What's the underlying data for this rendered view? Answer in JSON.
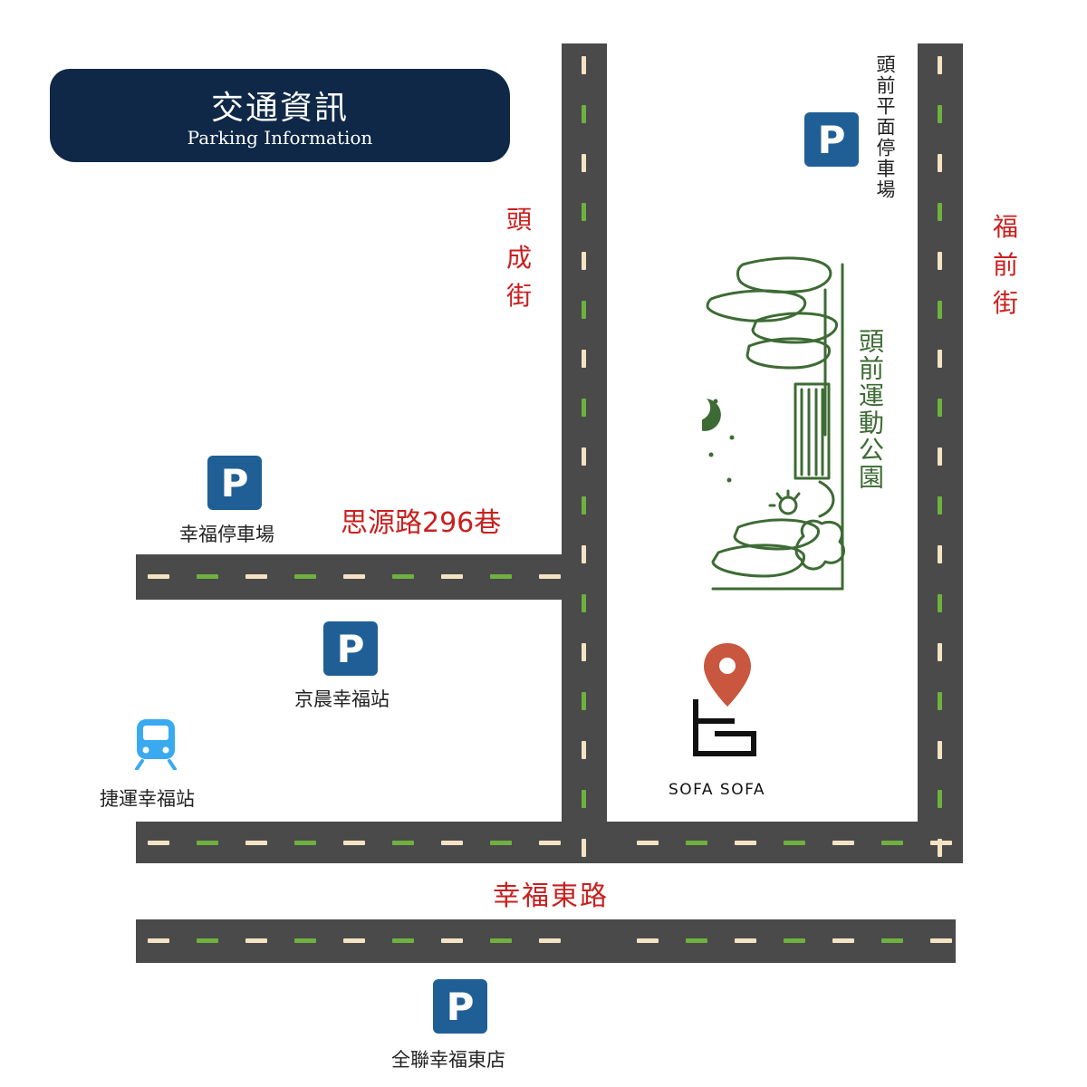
{
  "header": {
    "title": "交通資訊",
    "subtitle": "Parking Information"
  },
  "streets": {
    "toucheng": "頭成街",
    "fuqian": "福前街",
    "siyuan_lane": "思源路296巷",
    "xingfu_east": "幸福東路"
  },
  "parking": [
    {
      "label": "頭前平面停車場"
    },
    {
      "label": "幸福停車場"
    },
    {
      "label": "京晨幸福站"
    },
    {
      "label": "全聯幸福東店"
    }
  ],
  "parking_badge": "P",
  "metro": {
    "label": "捷運幸福站"
  },
  "park": {
    "label": "頭前運動公園"
  },
  "destination": {
    "label": "SOFA SOFA"
  },
  "colors": {
    "road": "#4a4a4a",
    "dash_cream": "#f4e3c3",
    "dash_green": "#6fb13f",
    "header_bg": "#0f2847",
    "parking_blue": "#1f5f96",
    "street_red": "#c8201f",
    "park_green": "#3d6b34",
    "pin": "#c9563f",
    "metro_blue": "#3aaaf0"
  }
}
